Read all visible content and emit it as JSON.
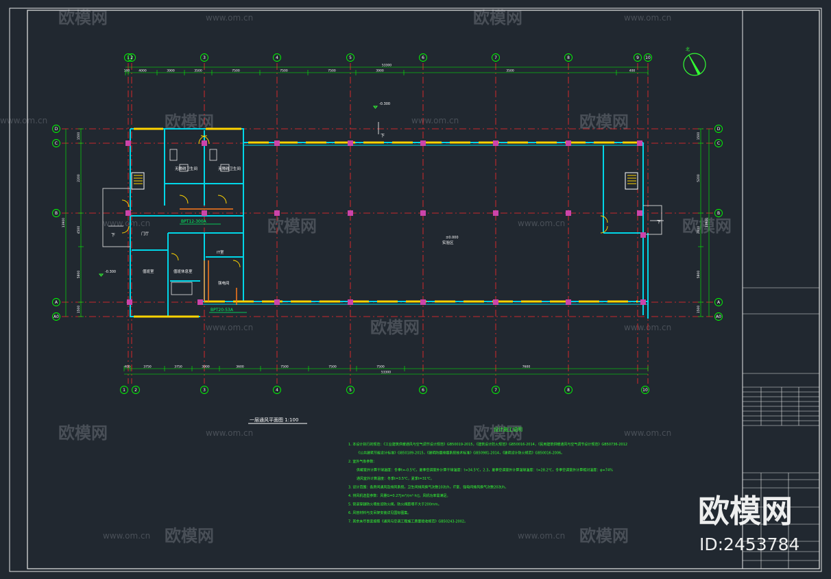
{
  "colors": {
    "background": "#212830",
    "frame": "#e8e8e8",
    "axis": "#ff2a2a",
    "dimension": "#00ff00",
    "wall": "#00d7e8",
    "window": "#ffd400",
    "column": "#cc44aa",
    "text_white": "#ffffff",
    "note": "#33ff33",
    "watermark": "#6a7078"
  },
  "top_axes": [
    "1",
    "2",
    "3",
    "4",
    "5",
    "6",
    "7",
    "8",
    "9",
    "10"
  ],
  "bottom_axes": [
    "1",
    "2",
    "3",
    "4",
    "5",
    "6",
    "7",
    "8",
    "10"
  ],
  "left_axes": [
    "D",
    "C",
    "B",
    "A",
    "A0"
  ],
  "right_axes": [
    "D",
    "C",
    "B",
    "A",
    "A0"
  ],
  "top_dims": [
    "100",
    "4000",
    "3900",
    "3500",
    "7500",
    "7500",
    "7500",
    "3900",
    "3500",
    "400"
  ],
  "top_total": "53300",
  "bottom_dims": [
    "400",
    "3750",
    "3750",
    "3900",
    "3600",
    "7500",
    "7500",
    "7500",
    "7600"
  ],
  "bottom_total": "53300",
  "left_dims": [
    "1500",
    "2200",
    "4500",
    "5800",
    "1500"
  ],
  "left_total": "13900",
  "right_dims": [
    "1500",
    "5200",
    "2800",
    "5800",
    "1500"
  ],
  "right_total": "13900",
  "levels": [
    "-0.300",
    "-0.300",
    "±0.000"
  ],
  "rooms": [
    "无障碍卫生间",
    "无障碍卫生间",
    "门厅",
    "IT室",
    "值班室",
    "值班休息室",
    "强电间",
    "实验区"
  ],
  "labels": {
    "entry_down": "下",
    "unit_tag_1": "BPT12-300A",
    "unit_tag_2": "BPT20-53A"
  },
  "drawing_title": "一层通风平面图 1:100",
  "notes_title": "设计施工说明",
  "notes": [
    "1. 本设计执行的规范：《工业建筑供暖通风与空气调节设计规范》GB50019-2015，《建筑设计防火规范》GB50016-2014，《民用建筑供暖通风与空气调节设计规范》GB50736-2012",
    "《公共建筑节能设计标准》GB50189-2015，《建筑防烟排烟系统技术标准》GB50981-2014，《建筑设计防火规范》GB50016-2006。",
    "2. 室外气象参数：",
    "供暖室外计算干球温度：冬季t=-0.5℃，夏季空调室外计算干球温度：t=34.5℃，2.3，夏季空调室外计算湿球温度：t=28.2℃，冬季空调室外计算相对湿度：φ=74%",
    "通风室外计算温度：冬季t=3.5℃，夏季t=31℃。",
    "3. 设计范围：各房间通风及排风系统，卫生间排风换气次数10次/h，IT室、强电间排风换气次数20次/h。",
    "4. 排风机选型参数：风量G=0.27[m³/(m²·h)]，风机功率需满足。",
    "5. 管道穿越防火墙处设防火阀，防火阀距墙不大于200mm。",
    "6. 风管材料与支吊架安装详见国标图集。",
    "7. 其余未尽事宜按照《通风与空调工程施工质量验收规范》GB50243-2002。"
  ],
  "watermark": {
    "brand": "欧模网",
    "url": "www.om.cn"
  },
  "stamp": {
    "brand": "欧模网",
    "id": "ID:2453784"
  }
}
